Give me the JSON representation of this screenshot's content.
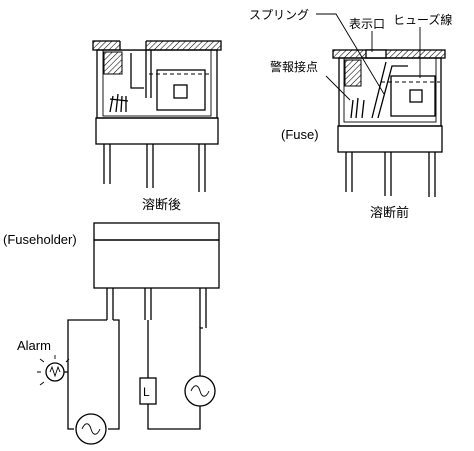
{
  "labels": {
    "after_blown": "溶断後",
    "before_blown": "溶断前",
    "spring": "スプリング",
    "indicator_window": "表示口",
    "fuse_wire": "ヒューズ線",
    "alarm_contact": "警報接点",
    "fuse": "(Fuse)",
    "fuseholder": "(Fuseholder)",
    "alarm": "Alarm",
    "load": "L"
  },
  "colors": {
    "line": "#000000",
    "background": "#ffffff",
    "hatch": "#000000"
  },
  "icons": {
    "ac_source": "sine-wave-in-circle",
    "alarm_lamp": "lamp-with-rays"
  }
}
